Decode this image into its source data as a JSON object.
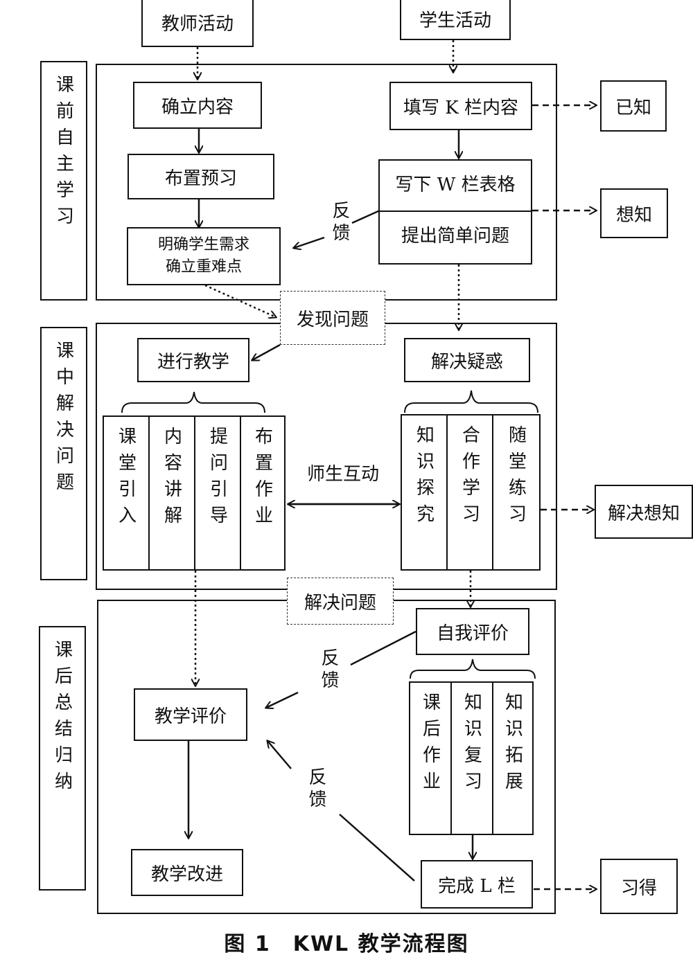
{
  "header": {
    "teacher": "教师活动",
    "student": "学生活动"
  },
  "stages": {
    "pre": "课前自主学习",
    "in": "课中解决问题",
    "post": "课后总结归纳"
  },
  "pre": {
    "confirm_content": "确立内容",
    "assign_preview": "布置预习",
    "clarify_line1": "明确学生需求",
    "clarify_line2": "确立重难点",
    "fill_k": "填写 K 栏内容",
    "write_w": "写下 W 栏表格",
    "ask_questions": "提出简单问题",
    "feedback": "反馈",
    "known": "已知",
    "want": "想知"
  },
  "discover": "发现问题",
  "in_class": {
    "teaching": "进行教学",
    "resolve_doubts": "解决疑惑",
    "teacher_cells": [
      "课堂引入",
      "内容讲解",
      "提问引导",
      "布置作业"
    ],
    "interaction": "师生互动",
    "student_cells": [
      "知识探究",
      "合作学习",
      "随堂练习"
    ],
    "resolve_want": "解决想知"
  },
  "solve": "解决问题",
  "post": {
    "self_eval": "自我评价",
    "feedback1": "反馈",
    "feedback2": "反馈",
    "teach_eval": "教学评价",
    "improve": "教学改进",
    "student_cells": [
      "课后作业",
      "知识复习",
      "知识拓展"
    ],
    "complete_l": "完成 L 栏",
    "learned": "习得"
  },
  "caption": "图 1　KWL 教学流程图"
}
